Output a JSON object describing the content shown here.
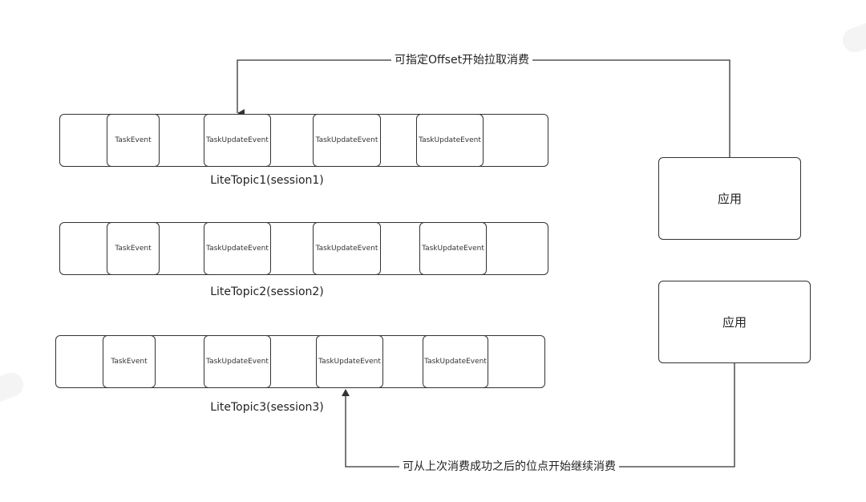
{
  "topics": [
    {
      "label": "LiteTopic1(session1)",
      "events": [
        "TaskEvent",
        "TaskUpdateEvent",
        "TaskUpdateEvent",
        "TaskUpdateEvent"
      ]
    },
    {
      "label": "LiteTopic2(session2)",
      "events": [
        "TaskEvent",
        "TaskUpdateEvent",
        "TaskUpdateEvent",
        "TaskUpdateEvent"
      ]
    },
    {
      "label": "LiteTopic3(session3)",
      "events": [
        "TaskEvent",
        "TaskUpdateEvent",
        "TaskUpdateEvent",
        "TaskUpdateEvent"
      ]
    }
  ],
  "apps": [
    {
      "label": "应用"
    },
    {
      "label": "应用"
    }
  ],
  "edges": {
    "top_label": "可指定Offset开始拉取消费",
    "bottom_label": "可从上次消费成功之后的位点开始继续消费"
  },
  "colors": {
    "stroke": "#333333",
    "background": "#ffffff"
  }
}
